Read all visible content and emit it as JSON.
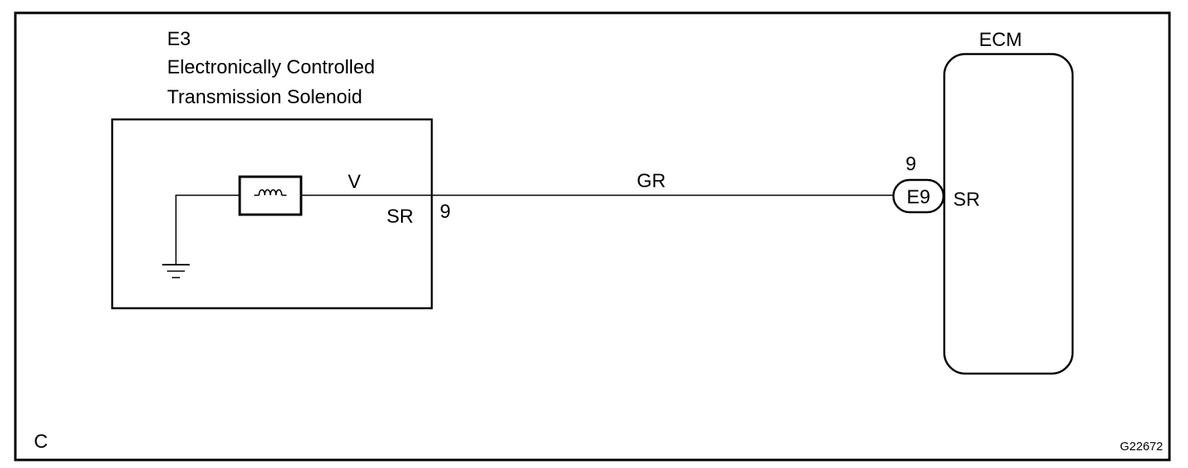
{
  "solenoid": {
    "code": "E3",
    "name_line1": "Electronically Controlled",
    "name_line2": "Transmission Solenoid",
    "terminal_name": "SR",
    "terminal_number": "9",
    "wire_color": "V"
  },
  "wire": {
    "color": "GR"
  },
  "ecm": {
    "label": "ECM",
    "connector": "E9",
    "pin_number": "9",
    "terminal_name": "SR"
  },
  "corner_label": "C",
  "figure_code": "G22672",
  "icons": {
    "coil": "coil-icon",
    "ground": "ground-icon"
  },
  "colors": {
    "line": "#000000",
    "background": "#ffffff"
  }
}
